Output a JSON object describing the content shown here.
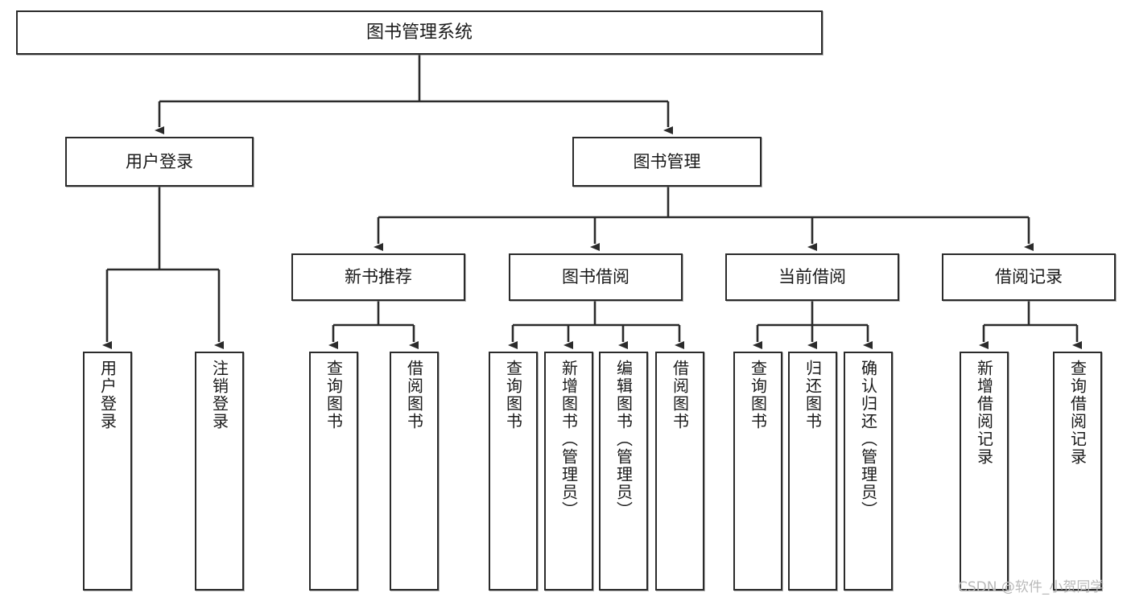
{
  "diagram": {
    "title": "图书管理系统",
    "type": "function-structure-tree",
    "watermark": "CSDN @软件_小贺同学",
    "colors": {
      "background": "#ffffff",
      "box_border": "#2b2b2b",
      "box_fill": "#ffffff",
      "connector": "#2b2b2b",
      "text": "#1a1a1a",
      "watermark": "#b9b9b9"
    },
    "levels": {
      "root": {
        "label": "图书管理系统"
      },
      "level2": [
        {
          "label": "用户登录"
        },
        {
          "label": "图书管理"
        }
      ],
      "level3": [
        {
          "label": "新书推荐"
        },
        {
          "label": "图书借阅"
        },
        {
          "label": "当前借阅"
        },
        {
          "label": "借阅记录"
        }
      ],
      "leaves": [
        {
          "label": "用户登录",
          "parent": "用户登录"
        },
        {
          "label": "注销登录",
          "parent": "用户登录"
        },
        {
          "label": "查询图书",
          "parent": "新书推荐"
        },
        {
          "label": "借阅图书",
          "parent": "新书推荐"
        },
        {
          "label": "查询图书",
          "parent": "图书借阅"
        },
        {
          "label": "新增图书（管理员）",
          "parent": "图书借阅"
        },
        {
          "label": "编辑图书（管理员）",
          "parent": "图书借阅"
        },
        {
          "label": "借阅图书",
          "parent": "图书借阅"
        },
        {
          "label": "查询图书",
          "parent": "当前借阅"
        },
        {
          "label": "归还图书",
          "parent": "当前借阅"
        },
        {
          "label": "确认归还（管理员）",
          "parent": "当前借阅"
        },
        {
          "label": "新增借阅记录",
          "parent": "借阅记录"
        },
        {
          "label": "查询借阅记录",
          "parent": "借阅记录"
        }
      ]
    }
  }
}
